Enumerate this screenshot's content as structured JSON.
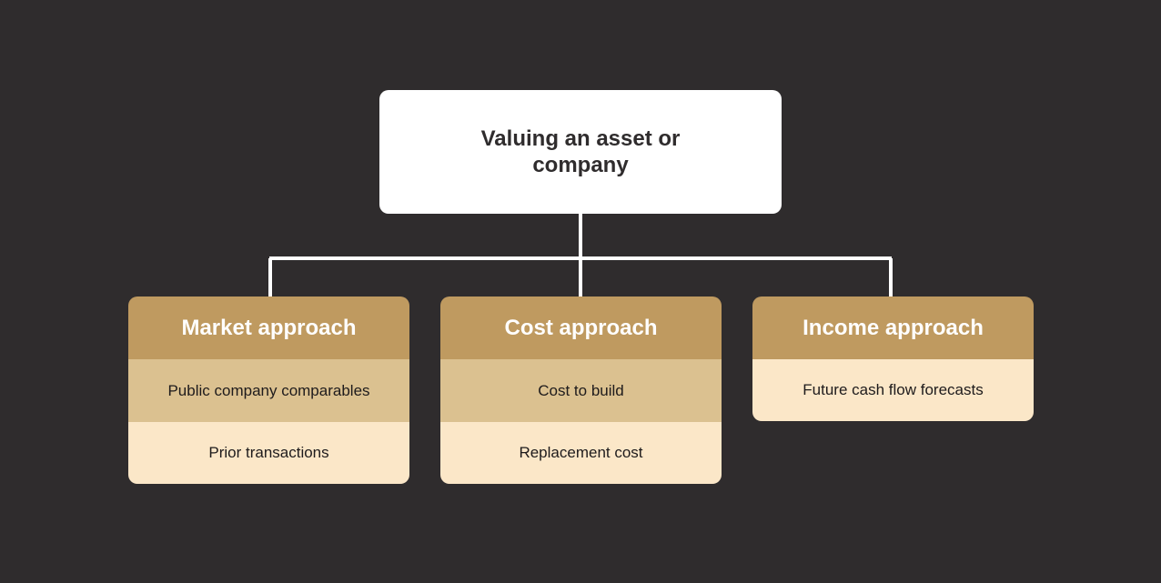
{
  "diagram": {
    "root": {
      "title": "Valuing an asset or company"
    },
    "approaches": [
      {
        "title": "Market approach",
        "items": [
          "Public company comparables",
          "Prior transactions"
        ]
      },
      {
        "title": "Cost approach",
        "items": [
          "Cost to build",
          "Replacement cost"
        ]
      },
      {
        "title": "Income approach",
        "items": [
          "Future cash flow forecasts"
        ]
      }
    ]
  },
  "colors": {
    "background": "#2f2c2d",
    "root_fill": "#ffffff",
    "header_fill": "#bf9a60",
    "item_fill_dark": "#dbc190",
    "item_fill_light": "#fbe7c8",
    "connector": "#ffffff"
  }
}
